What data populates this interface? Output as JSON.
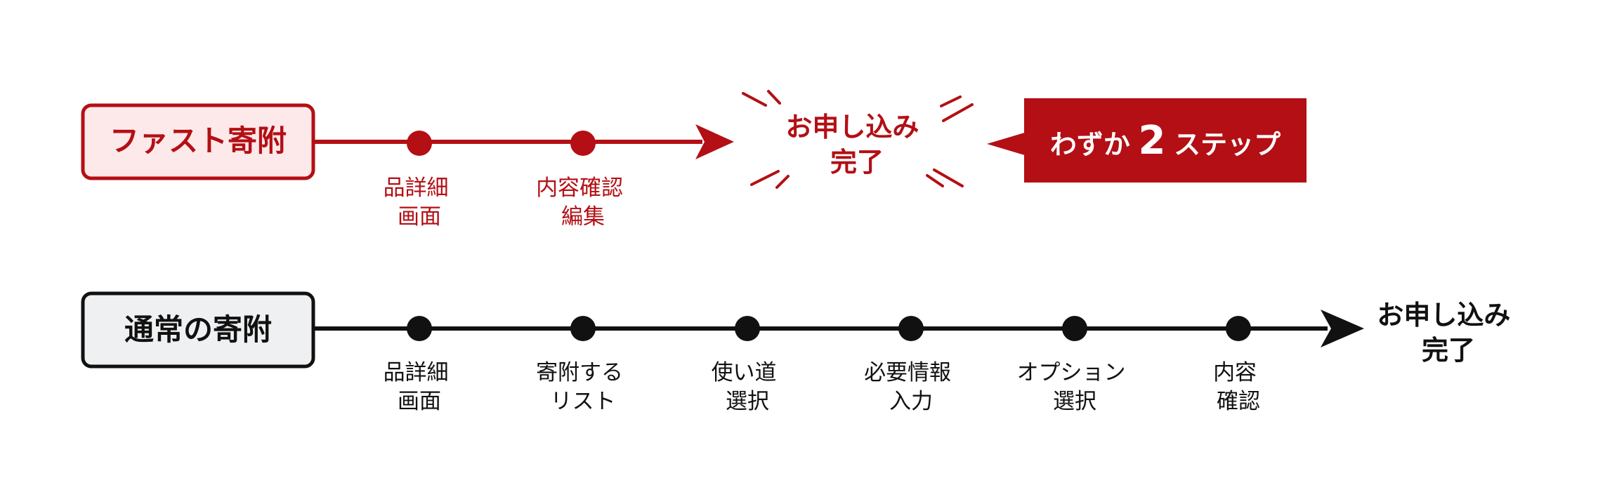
{
  "colors": {
    "accent": "#b30f14",
    "accent_bg": "#fde8ea",
    "normal": "#111111",
    "normal_bg": "#eef0f1"
  },
  "fast": {
    "title": "ファスト寄附",
    "steps": [
      {
        "line1": "品詳細",
        "line2": "画面"
      },
      {
        "line1": "内容確認",
        "line2": "編集"
      }
    ],
    "complete_line1": "お申し込み",
    "complete_line2": "完了",
    "badge_prefix": "わずか",
    "badge_number": "2",
    "badge_suffix": "ステップ"
  },
  "normal": {
    "title": "通常の寄附",
    "steps": [
      {
        "line1": "品詳細",
        "line2": "画面"
      },
      {
        "line1": "寄附する",
        "line2": "リスト"
      },
      {
        "line1": "使い道",
        "line2": "選択"
      },
      {
        "line1": "必要情報",
        "line2": "入力"
      },
      {
        "line1": "オプション",
        "line2": "選択"
      },
      {
        "line1": "内容",
        "line2": "確認"
      }
    ],
    "complete_line1": "お申し込み",
    "complete_line2": "完了"
  }
}
